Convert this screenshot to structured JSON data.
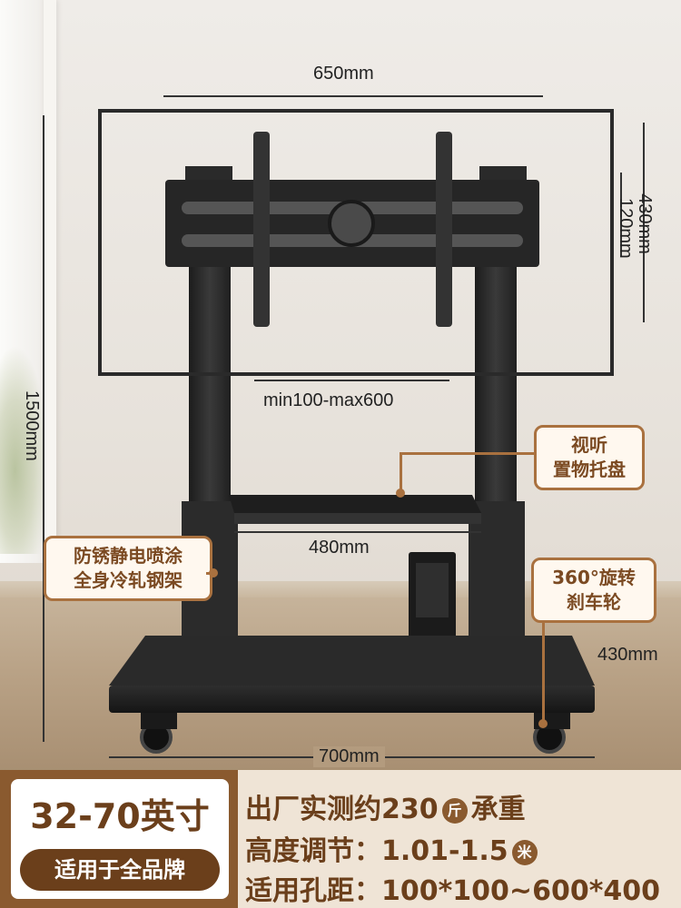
{
  "dimensions": {
    "top_width": "650mm",
    "box_height": "430mm",
    "plate_height": "120mm",
    "total_height": "1500mm",
    "vesa_range": "min100-max600",
    "tray_width": "480mm",
    "base_depth": "430mm",
    "base_width": "700mm"
  },
  "callouts": {
    "tray": [
      "视听",
      "置物托盘"
    ],
    "frame": [
      "防锈静电喷涂",
      "全身冷轧钢架"
    ],
    "wheel": [
      "360°旋转",
      "刹车轮"
    ]
  },
  "footer": {
    "size": "32-70英寸",
    "brand": "适用于全品牌",
    "load_prefix": "出厂实测约230",
    "load_unit_badge": "斤",
    "load_suffix": "承重",
    "height_prefix": "高度调节：1.01-1.5",
    "height_unit_badge": "米",
    "hole_spec": "适用孔距：100*100~600*400"
  },
  "colors": {
    "accent": "#a9713f",
    "brand_dark": "#6b3f1b",
    "steel": "#2b2b2b"
  }
}
